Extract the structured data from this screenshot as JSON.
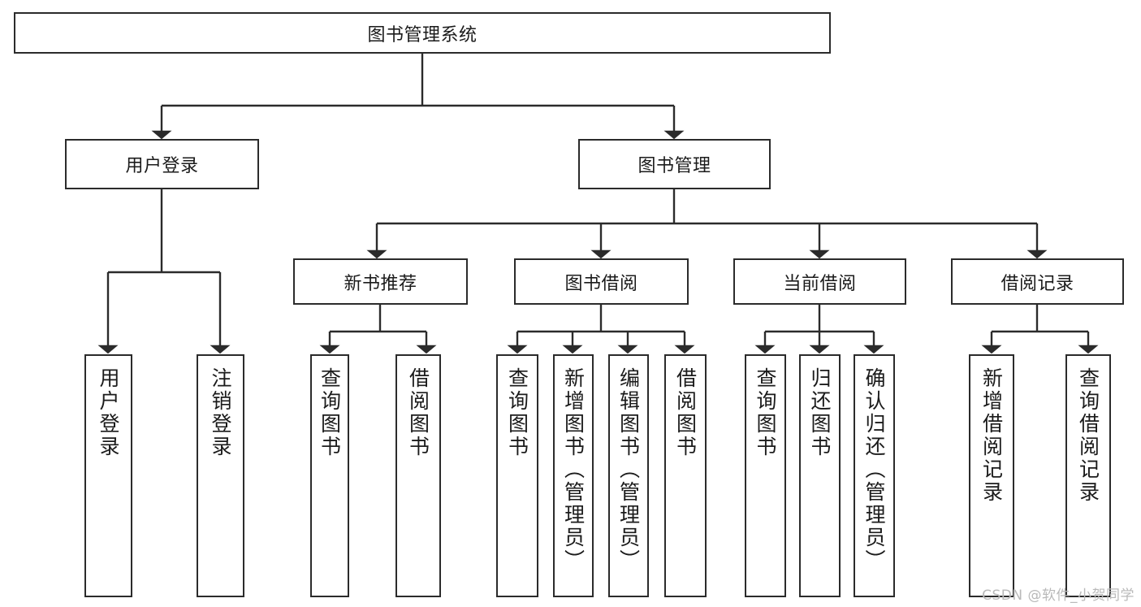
{
  "diagram": {
    "title_node": {
      "label": "图书管理系统"
    },
    "level2": [
      {
        "label": "用户登录"
      },
      {
        "label": "图书管理"
      }
    ],
    "level3": [
      {
        "label": "新书推荐"
      },
      {
        "label": "图书借阅"
      },
      {
        "label": "当前借阅"
      },
      {
        "label": "借阅记录"
      }
    ],
    "leaves": [
      {
        "label": "用户登录"
      },
      {
        "label": "注销登录"
      },
      {
        "label": "查询图书"
      },
      {
        "label": "借阅图书"
      },
      {
        "label": "查询图书"
      },
      {
        "label": "新增图书（管理员）"
      },
      {
        "label": "编辑图书（管理员）"
      },
      {
        "label": "借阅图书"
      },
      {
        "label": "查询图书"
      },
      {
        "label": "归还图书"
      },
      {
        "label": "确认归还（管理员）"
      },
      {
        "label": "新增借阅记录"
      },
      {
        "label": "查询借阅记录"
      }
    ]
  },
  "watermark": {
    "text": "CSDN @软件_小贺同学"
  },
  "colors": {
    "stroke": "#2b2b2b",
    "background": "#ffffff",
    "text": "#1b1b1b",
    "watermark": "#b9b9b9"
  }
}
